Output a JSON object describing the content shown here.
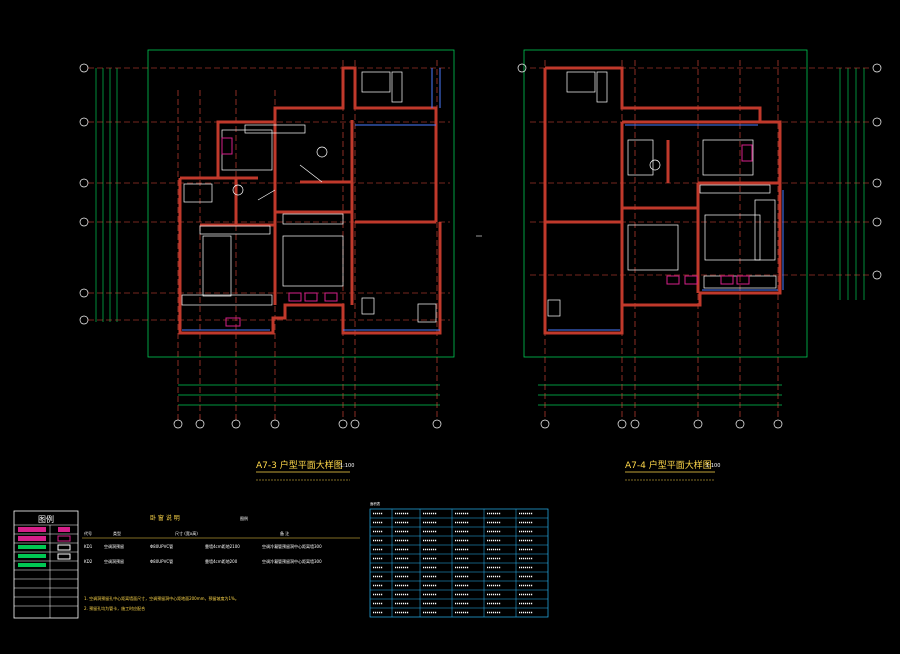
{
  "colors": {
    "background": "#000000",
    "wall": "#c0392b",
    "grid": "#00c853",
    "axis": "#e74c3c",
    "furniture": "#ffffff",
    "room_tag": "#d61f8a",
    "line_blue": "#4a7bff",
    "title": "#ffd84a",
    "table": "#29b6f6"
  },
  "plans": [
    {
      "title": "A7-3   户型平面大样图",
      "scale": "1:100"
    },
    {
      "title": "A7-4   户型平面大样图",
      "scale": "1:100"
    }
  ],
  "legend": {
    "title": "图例"
  },
  "door_schedule": {
    "header": "卧 窗 说 明",
    "header_right": "图例",
    "columns": [
      "代号",
      "类型",
      "尺寸 (宽x高)",
      "备 注"
    ],
    "rows": [
      [
        "KD1",
        "空调洞预留",
        "Φ80UPVC管",
        "靠墙4cm距地2100",
        "空调冷凝管预留洞中心距离墙300"
      ],
      [
        "KD2",
        "空调洞预留",
        "Φ80UPVC管",
        "靠墙4cm距地200",
        "空调冷凝管预留洞中心距离墙300"
      ]
    ],
    "notes": [
      "1.  空调洞预留孔中心距离墙面尺寸，空调预留洞中心距地面200mm，预留坡度为1%。",
      "2.  预留孔均为管卡，施工时应配合"
    ]
  },
  "area_table": {
    "title": "面积表",
    "row_count": 12
  },
  "icons": {
    "grid_bubble": "axis-bubble-icon",
    "north": "north-arrow-icon"
  }
}
